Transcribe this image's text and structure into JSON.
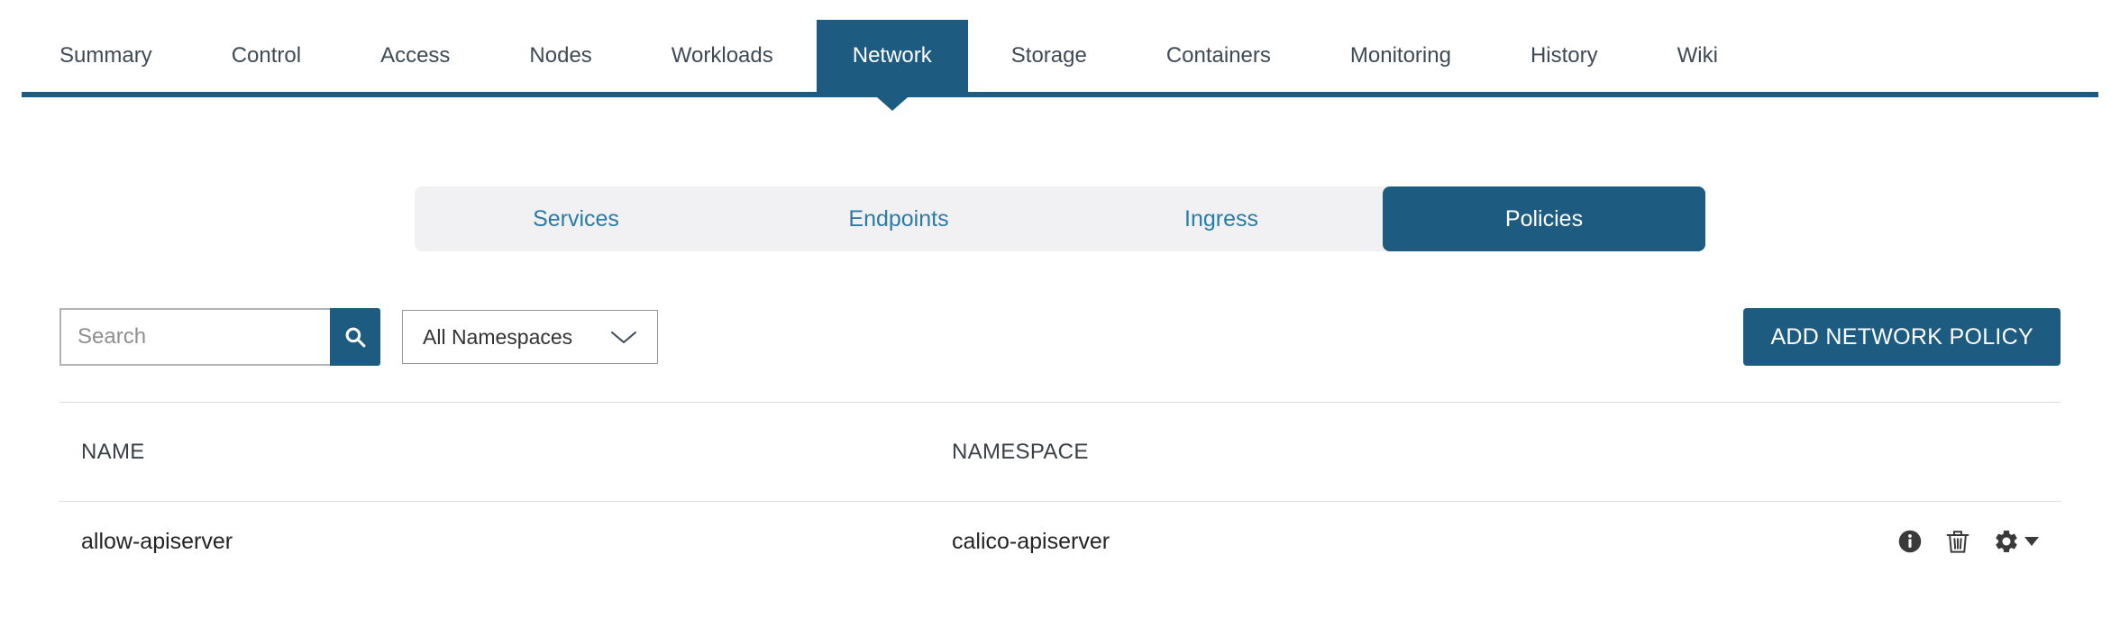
{
  "nav": {
    "items": [
      "Summary",
      "Control",
      "Access",
      "Nodes",
      "Workloads",
      "Network",
      "Storage",
      "Containers",
      "Monitoring",
      "History",
      "Wiki"
    ],
    "active": "Network"
  },
  "subnav": {
    "tabs": [
      "Services",
      "Endpoints",
      "Ingress",
      "Policies"
    ],
    "active": "Policies"
  },
  "toolbar": {
    "search_placeholder": "Search",
    "namespace_filter": "All Namespaces",
    "add_button_label": "ADD NETWORK POLICY"
  },
  "table": {
    "columns": [
      "NAME",
      "NAMESPACE"
    ],
    "rows": [
      {
        "name": "allow-apiserver",
        "namespace": "calico-apiserver"
      }
    ]
  },
  "icons": {
    "search": "magnifying-glass",
    "namespace_dropdown": "chevron-down",
    "active_tab_pointer": "triangle-down",
    "row_info": "info-circle",
    "row_delete": "trash",
    "row_settings": "gear-with-caret"
  },
  "colors": {
    "primary": "#1d5c80",
    "subtab_background": "#f1f1f3",
    "subtab_link": "#2b7ca3"
  }
}
